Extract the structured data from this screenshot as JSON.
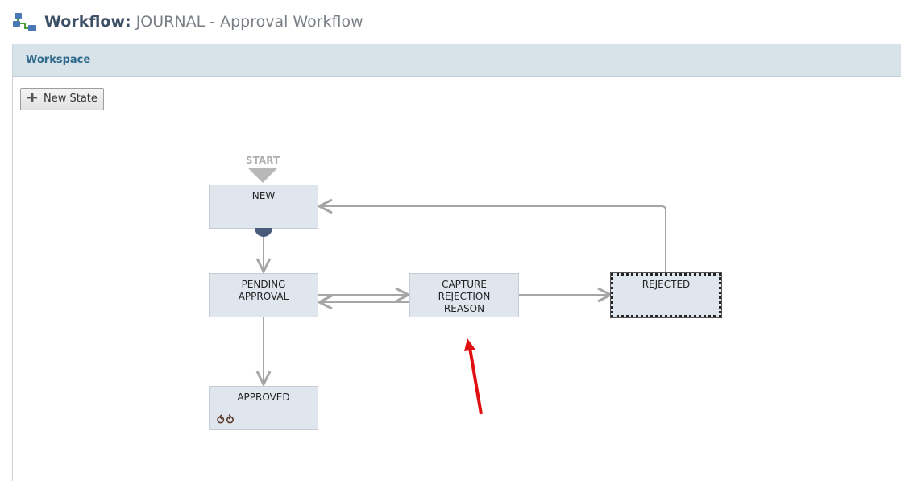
{
  "header": {
    "title_prefix": "Workflow:",
    "title_name": "JOURNAL - Approval Workflow",
    "icon": "workflow-icon"
  },
  "workspace": {
    "label": "Workspace",
    "new_state_label": "New State"
  },
  "diagram": {
    "start_label": "START",
    "states": {
      "new": "NEW",
      "pending": "PENDING\nAPPROVAL",
      "capture": "CAPTURE\nREJECTION\nREASON",
      "rejected": "REJECTED",
      "approved": "APPROVED"
    },
    "loop_icon": "loop-icon",
    "annotation_color": "#e01010",
    "connector_color": "#a6a6a6"
  }
}
